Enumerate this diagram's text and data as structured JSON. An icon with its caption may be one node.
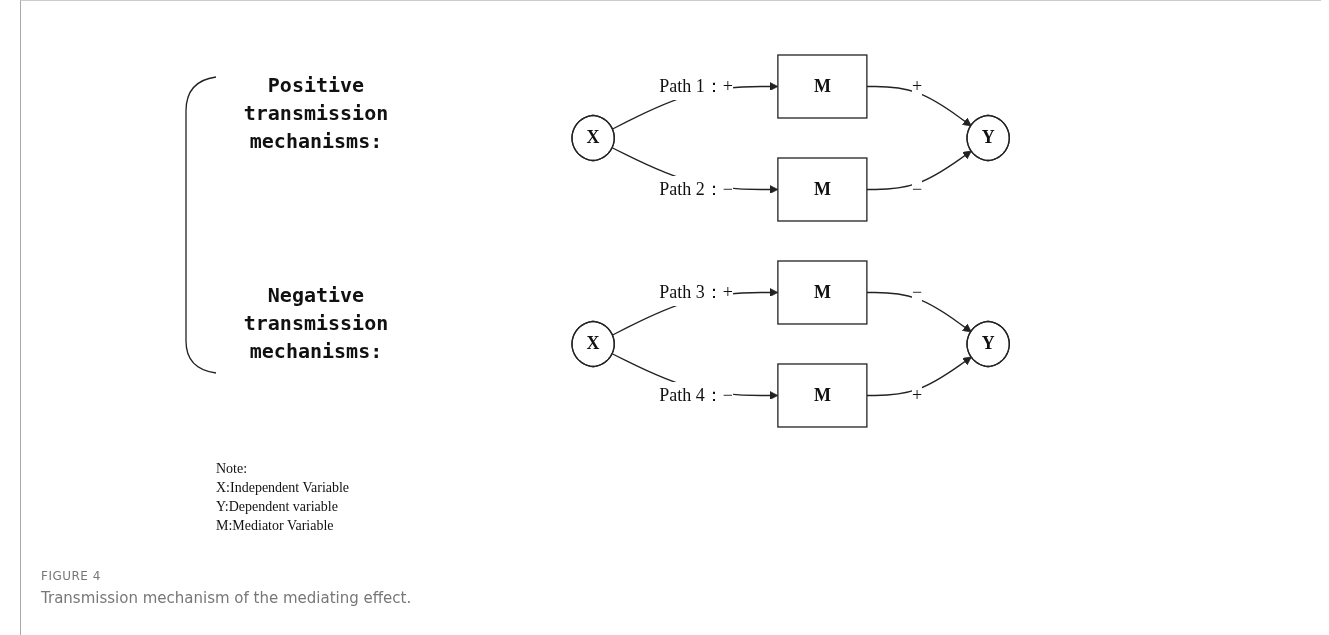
{
  "diagram": {
    "caption": "Transmission mechanism of the mediating effect.",
    "nodes": [
      {
        "text": [
          "X"
        ]
      },
      {
        "text": [
          "M"
        ]
      },
      {
        "text": [
          "M"
        ]
      },
      {
        "text": [
          "Y"
        ]
      },
      {
        "text": [
          "X"
        ]
      },
      {
        "text": [
          "M"
        ]
      },
      {
        "text": [
          "M"
        ]
      },
      {
        "text": [
          "Y"
        ]
      }
    ],
    "edges": [
      {
        "from": 0,
        "to": 1,
        "arrow": "to",
        "label": "Path 1：+"
      },
      {
        "from": 0,
        "to": 2,
        "arrow": "to",
        "label": "Path 2：−"
      },
      {
        "from": 1,
        "to": 3,
        "arrow": "to",
        "label": "+"
      },
      {
        "from": 2,
        "to": 3,
        "arrow": "to",
        "label": "−"
      },
      {
        "from": 4,
        "to": 5,
        "arrow": "to",
        "label": "Path 3：+"
      },
      {
        "from": 4,
        "to": 6,
        "arrow": "to",
        "label": "Path 4：−"
      },
      {
        "from": 5,
        "to": 7,
        "arrow": "to",
        "label": "−"
      },
      {
        "from": 6,
        "to": 7,
        "arrow": "to",
        "label": "+"
      }
    ],
    "labels": [
      "Positive transmission mechanisms:",
      "Negative transmission mechanisms:",
      "Note:",
      "X:Independent Variable",
      "Y:Dependent variable",
      "M:Mediator Variable",
      "FIGURE 4"
    ]
  }
}
